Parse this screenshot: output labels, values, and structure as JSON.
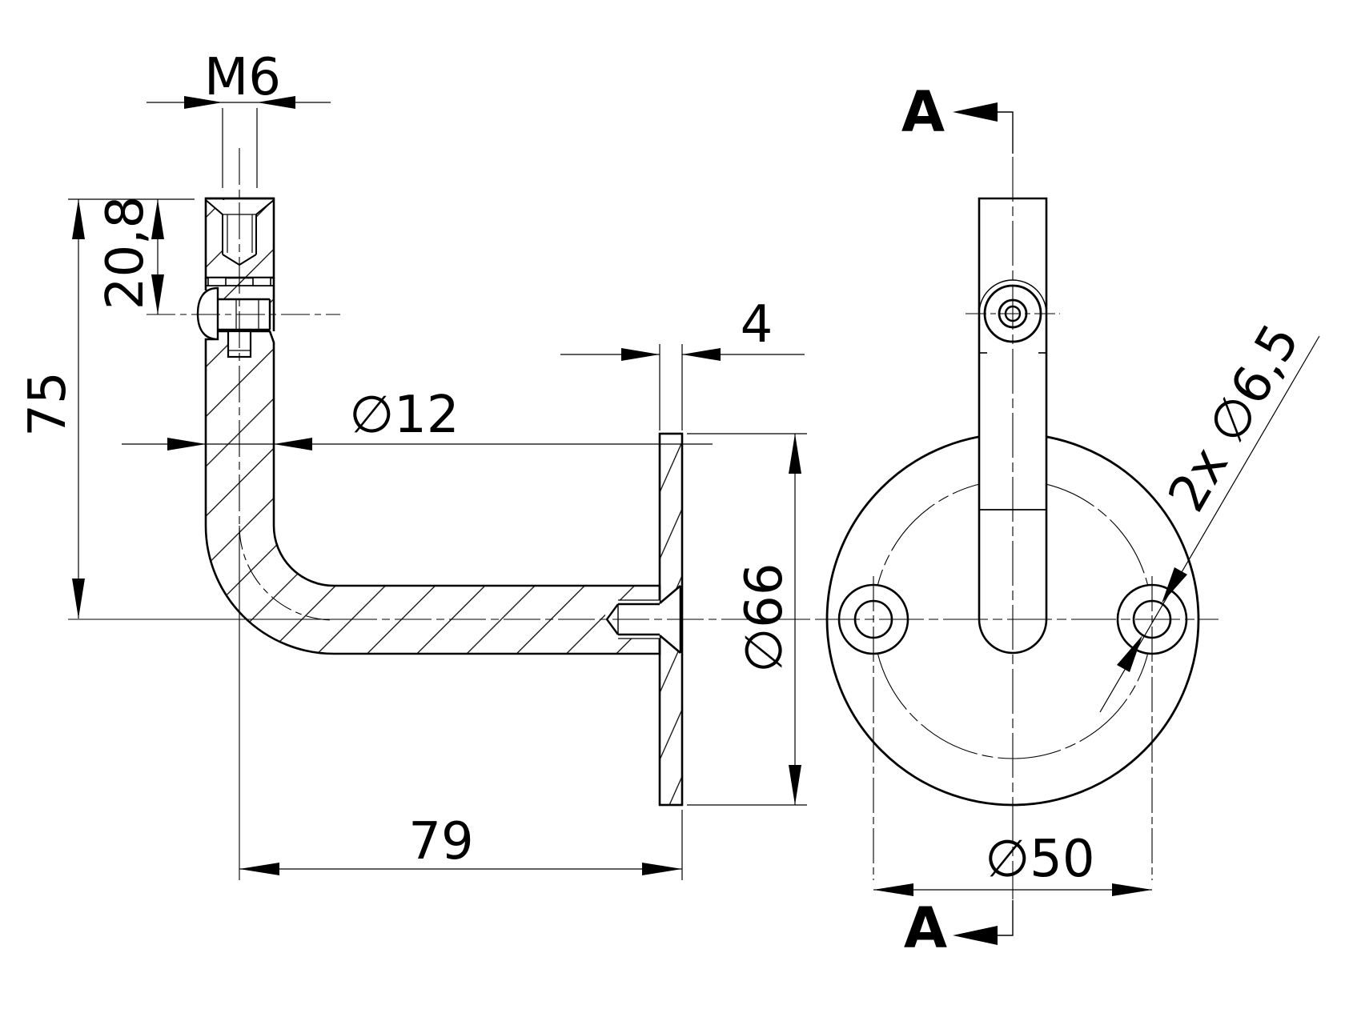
{
  "drawing": {
    "background": "#ffffff",
    "line_color": "#000000",
    "views": {
      "side_section": {
        "dimensions": {
          "thread": "M6",
          "connector_height": "20,8",
          "overall_height": "75",
          "rod_diameter": "∅12",
          "plate_thickness": "4",
          "plate_diameter": "∅66",
          "reach": "79"
        }
      },
      "front": {
        "section_label": "A",
        "dimensions": {
          "bolt_circle": "∅50",
          "holes": "2x ∅6,5"
        }
      }
    }
  }
}
